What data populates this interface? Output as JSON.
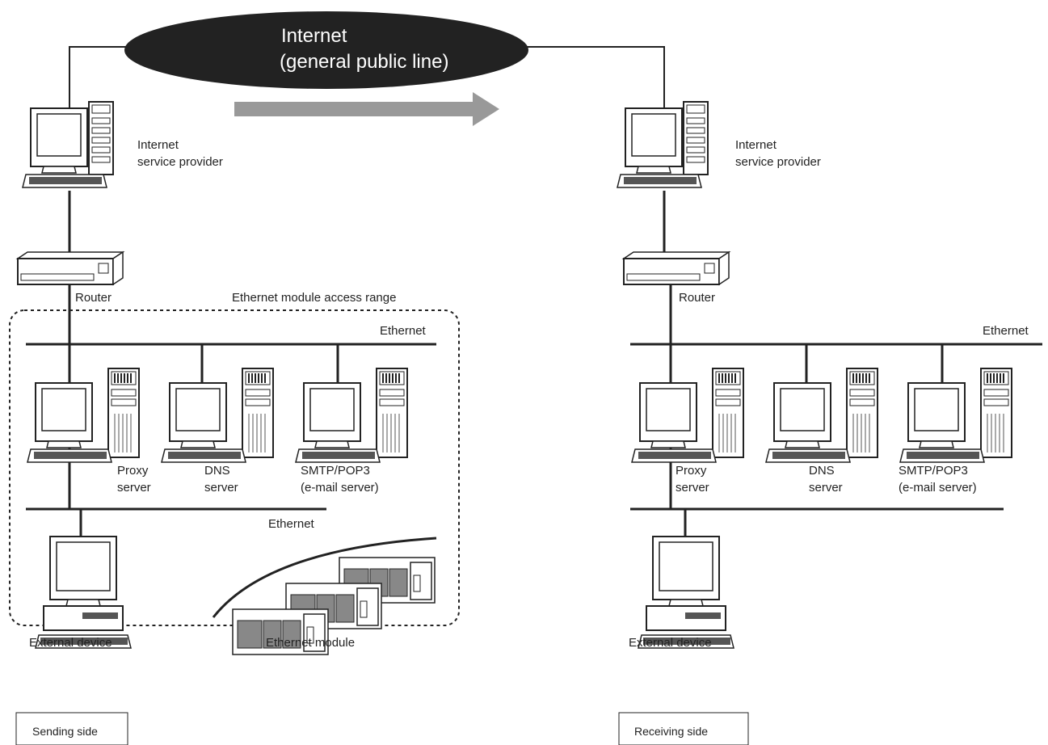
{
  "internet": {
    "line1": "Internet",
    "line2": "(general public line)"
  },
  "sending": {
    "isp_line1": "Internet",
    "isp_line2": "service provider",
    "router": "Router",
    "access_range": "Ethernet module access range",
    "ethernet_top": "Ethernet",
    "proxy_line1": "Proxy",
    "proxy_line2": "server",
    "dns_line1": "DNS",
    "dns_line2": "server",
    "smtp_line1": "SMTP/POP3",
    "smtp_line2": "(e-mail server)",
    "ethernet_bottom": "Ethernet",
    "external_device": "External device",
    "ethernet_module": "Ethernet module",
    "side_label": "Sending side"
  },
  "receiving": {
    "isp_line1": "Internet",
    "isp_line2": "service provider",
    "router": "Router",
    "ethernet_top": "Ethernet",
    "proxy_line1": "Proxy",
    "proxy_line2": "server",
    "dns_line1": "DNS",
    "dns_line2": "server",
    "smtp_line1": "SMTP/POP3",
    "smtp_line2": "(e-mail server)",
    "external_device": "External device",
    "side_label": "Receiving side"
  }
}
